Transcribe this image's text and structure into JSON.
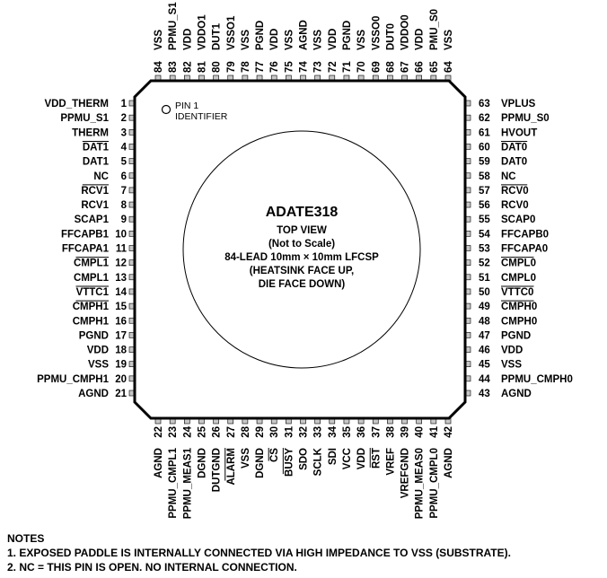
{
  "chip": {
    "part": "ADATE318",
    "view_lines": [
      "TOP VIEW",
      "(Not to Scale)",
      "84-LEAD 10mm × 10mm LFCSP",
      "(HEATSINK FACE UP,",
      "DIE FACE DOWN)"
    ],
    "pin1_label_lines": [
      "PIN 1",
      "IDENTIFIER"
    ]
  },
  "pins": {
    "left": [
      {
        "num": "1",
        "name": "VDD_THERM"
      },
      {
        "num": "2",
        "name": "PPMU_S1"
      },
      {
        "num": "3",
        "name": "THERM"
      },
      {
        "num": "4",
        "name": "DAT1",
        "overline": true
      },
      {
        "num": "5",
        "name": "DAT1"
      },
      {
        "num": "6",
        "name": "NC"
      },
      {
        "num": "7",
        "name": "RCV1",
        "overline": true
      },
      {
        "num": "8",
        "name": "RCV1"
      },
      {
        "num": "9",
        "name": "SCAP1"
      },
      {
        "num": "10",
        "name": "FFCAPB1"
      },
      {
        "num": "11",
        "name": "FFCAPA1"
      },
      {
        "num": "12",
        "name": "CMPL1",
        "overline": true
      },
      {
        "num": "13",
        "name": "CMPL1"
      },
      {
        "num": "14",
        "name": "VTTC1",
        "overline": true
      },
      {
        "num": "15",
        "name": "CMPH1",
        "overline": true
      },
      {
        "num": "16",
        "name": "CMPH1"
      },
      {
        "num": "17",
        "name": "PGND"
      },
      {
        "num": "18",
        "name": "VDD"
      },
      {
        "num": "19",
        "name": "VSS"
      },
      {
        "num": "20",
        "name": "PPMU_CMPH1"
      },
      {
        "num": "21",
        "name": "AGND"
      }
    ],
    "bottom": [
      {
        "num": "22",
        "name": "AGND"
      },
      {
        "num": "23",
        "name": "PPMU_CMPL1"
      },
      {
        "num": "24",
        "name": "PPMU_MEAS1"
      },
      {
        "num": "25",
        "name": "DGND"
      },
      {
        "num": "26",
        "name": "DUTGND"
      },
      {
        "num": "27",
        "name": "ALARM",
        "overline": true
      },
      {
        "num": "28",
        "name": "VSS"
      },
      {
        "num": "29",
        "name": "DGND"
      },
      {
        "num": "30",
        "name": "CS",
        "overline": true
      },
      {
        "num": "31",
        "name": "BUSY",
        "overline": true
      },
      {
        "num": "32",
        "name": "SDO"
      },
      {
        "num": "33",
        "name": "SCLK"
      },
      {
        "num": "34",
        "name": "SDI"
      },
      {
        "num": "35",
        "name": "VCC"
      },
      {
        "num": "36",
        "name": "VDD"
      },
      {
        "num": "37",
        "name": "RST",
        "overline": true
      },
      {
        "num": "38",
        "name": "VREF"
      },
      {
        "num": "39",
        "name": "VREFGND"
      },
      {
        "num": "40",
        "name": "PPMU_MEAS0"
      },
      {
        "num": "41",
        "name": "PPMU_CMPL0"
      },
      {
        "num": "42",
        "name": "AGND"
      }
    ],
    "right": [
      {
        "num": "43",
        "name": "AGND"
      },
      {
        "num": "44",
        "name": "PPMU_CMPH0"
      },
      {
        "num": "45",
        "name": "VSS"
      },
      {
        "num": "46",
        "name": "VDD"
      },
      {
        "num": "47",
        "name": "PGND"
      },
      {
        "num": "48",
        "name": "CMPH0"
      },
      {
        "num": "49",
        "name": "CMPH0",
        "overline": true
      },
      {
        "num": "50",
        "name": "VTTC0",
        "overline": true
      },
      {
        "num": "51",
        "name": "CMPL0"
      },
      {
        "num": "52",
        "name": "CMPL0",
        "overline": true
      },
      {
        "num": "53",
        "name": "FFCAPA0"
      },
      {
        "num": "54",
        "name": "FFCAPB0"
      },
      {
        "num": "55",
        "name": "SCAP0"
      },
      {
        "num": "56",
        "name": "RCV0"
      },
      {
        "num": "57",
        "name": "RCV0",
        "overline": true
      },
      {
        "num": "58",
        "name": "NC"
      },
      {
        "num": "59",
        "name": "DAT0"
      },
      {
        "num": "60",
        "name": "DAT0",
        "overline": true
      },
      {
        "num": "61",
        "name": "HVOUT"
      },
      {
        "num": "62",
        "name": "PPMU_S0"
      },
      {
        "num": "63",
        "name": "VPLUS"
      }
    ],
    "top": [
      {
        "num": "84",
        "name": "VSS"
      },
      {
        "num": "83",
        "name": "PPMU_S1"
      },
      {
        "num": "82",
        "name": "VDD"
      },
      {
        "num": "81",
        "name": "VDDO1"
      },
      {
        "num": "80",
        "name": "DUT1"
      },
      {
        "num": "79",
        "name": "VSSO1"
      },
      {
        "num": "78",
        "name": "VSS"
      },
      {
        "num": "77",
        "name": "PGND"
      },
      {
        "num": "76",
        "name": "VDD"
      },
      {
        "num": "75",
        "name": "VSS"
      },
      {
        "num": "74",
        "name": "AGND"
      },
      {
        "num": "73",
        "name": "VSS"
      },
      {
        "num": "72",
        "name": "VDD"
      },
      {
        "num": "71",
        "name": "PGND"
      },
      {
        "num": "70",
        "name": "VSS"
      },
      {
        "num": "69",
        "name": "VSSO0"
      },
      {
        "num": "68",
        "name": "DUT0"
      },
      {
        "num": "67",
        "name": "VDDO0"
      },
      {
        "num": "66",
        "name": "VDD"
      },
      {
        "num": "65",
        "name": "PMU_S0"
      },
      {
        "num": "64",
        "name": "VSS"
      }
    ]
  },
  "notes": {
    "title": "NOTES",
    "items": [
      "1. EXPOSED PADDLE IS INTERNALLY CONNECTED VIA HIGH IMPEDANCE TO VSS (SUBSTRATE).",
      "2. NC = THIS PIN IS OPEN. NO INTERNAL CONNECTION."
    ]
  }
}
